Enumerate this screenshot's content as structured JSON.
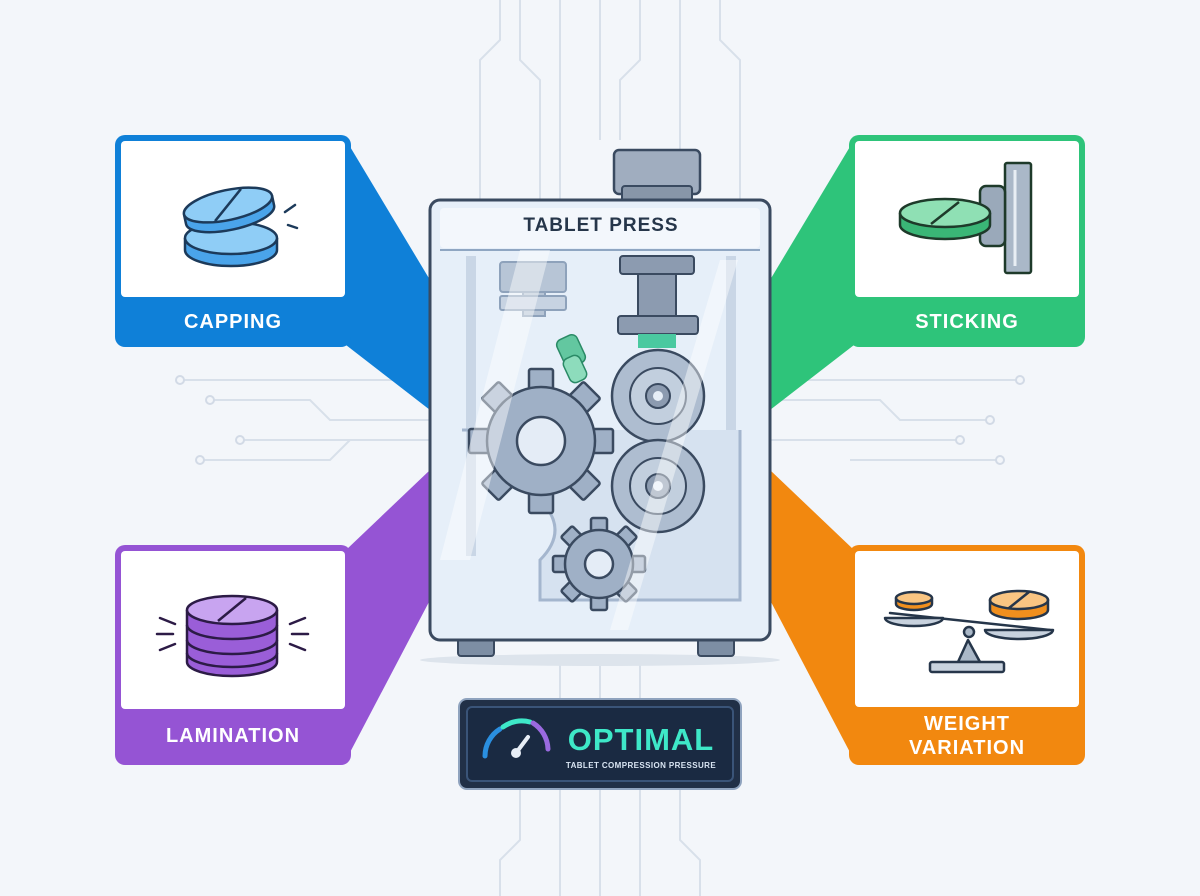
{
  "machine": {
    "title": "TABLET PRESS"
  },
  "defects": [
    {
      "label": "CAPPING",
      "color": "#0f80d8",
      "icon": "capped-tablet-icon"
    },
    {
      "label": "STICKING",
      "color": "#2ec47a",
      "icon": "tablet-stuck-to-punch-icon"
    },
    {
      "label": "LAMINATION",
      "color": "#9554d4",
      "icon": "laminated-tablet-stack-icon"
    },
    {
      "label": "WEIGHT\nVARIATION",
      "color": "#f2880f",
      "icon": "balance-scale-icon"
    }
  ],
  "gauge": {
    "status": "OPTIMAL",
    "caption": "TABLET COMPRESSION PRESSURE"
  }
}
